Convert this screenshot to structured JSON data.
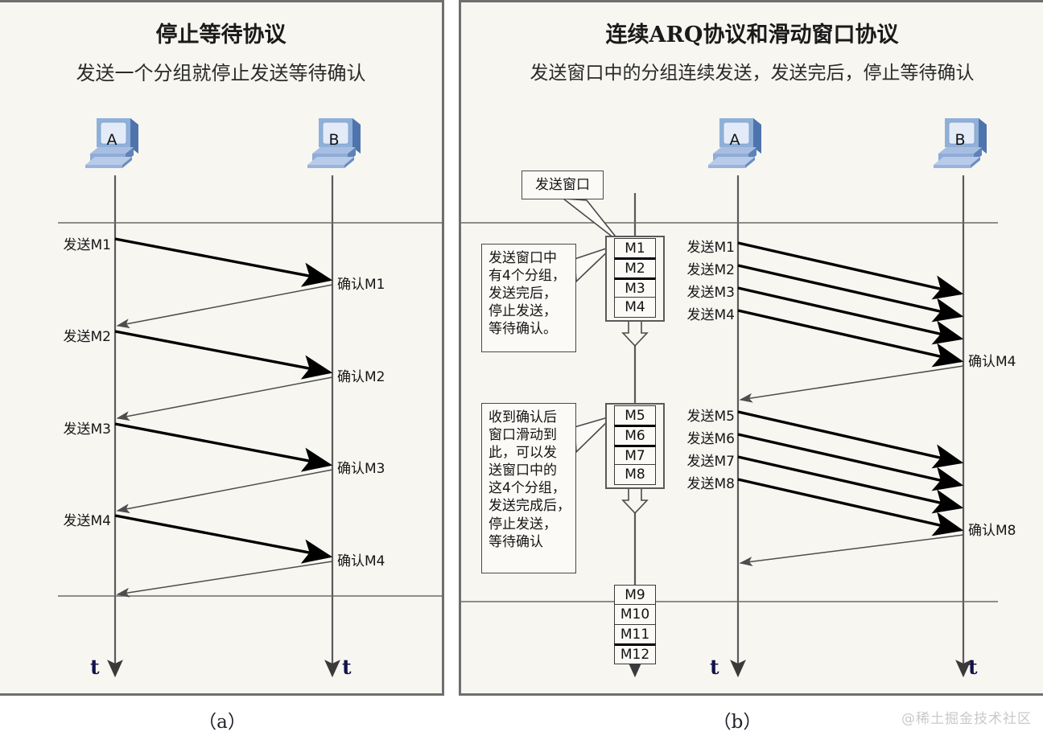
{
  "panels": {
    "left": {
      "title": "停止等待协议",
      "subtitle": "发送一个分组就停止发送等待确认",
      "caption": "（a）",
      "hosts": [
        {
          "name": "A",
          "icon": "computer-icon"
        },
        {
          "name": "B",
          "icon": "computer-icon"
        }
      ],
      "time_axis_label": "t",
      "send_labels": [
        "发送M1",
        "发送M2",
        "发送M3",
        "发送M4"
      ],
      "ack_labels": [
        "确认M1",
        "确认M2",
        "确认M3",
        "确认M4"
      ]
    },
    "right": {
      "title": "连续ARQ协议和滑动窗口协议",
      "subtitle": "发送窗口中的分组连续发送，发送完后，停止等待确认",
      "caption": "（b）",
      "hosts": [
        {
          "name": "A",
          "icon": "computer-icon"
        },
        {
          "name": "B",
          "icon": "computer-icon"
        }
      ],
      "time_axis_label": "t",
      "window_pointer_label": "发送窗口",
      "callout_1": [
        "发送窗口中",
        "有4个分组，",
        "发送完后，",
        "停止发送，",
        "等待确认。"
      ],
      "callout_2": [
        "收到确认后",
        "窗口滑动到",
        "此，可以发",
        "送窗口中的",
        "这4个分组，",
        "发送完成后，",
        "停止发送，",
        "等待确认"
      ],
      "windows": [
        {
          "packets": [
            "M1",
            "M2",
            "M3",
            "M4"
          ],
          "boxed": true
        },
        {
          "packets": [
            "M5",
            "M6",
            "M7",
            "M8"
          ],
          "boxed": true
        },
        {
          "packets": [
            "M9",
            "M10",
            "M11",
            "M12"
          ],
          "boxed": false
        }
      ],
      "send_labels_group1": [
        "发送M1",
        "发送M2",
        "发送M3",
        "发送M4"
      ],
      "send_labels_group2": [
        "发送M5",
        "发送M6",
        "发送M7",
        "发送M8"
      ],
      "ack_labels": [
        "确认M4",
        "确认M8"
      ]
    }
  },
  "watermark": "@稀土掘金技术社区",
  "colors": {
    "panel_bg": "#f7f6f1",
    "panel_border": "#6f6f6f",
    "lifeline": "#5a5a5a",
    "data_arrow": "#000000",
    "ack_arrow": "#4d4d4d",
    "icon_blue": "#93aed8",
    "icon_blue_dark": "#5f7fb5",
    "watermark_gray": "#c9c9c9"
  },
  "chart_data": {
    "type": "diagram",
    "title": "停止等待协议 vs 连续ARQ协议和滑动窗口协议",
    "notes": "Two sequence diagrams comparing stop-and-wait ARQ with continuous ARQ / sliding window."
  }
}
